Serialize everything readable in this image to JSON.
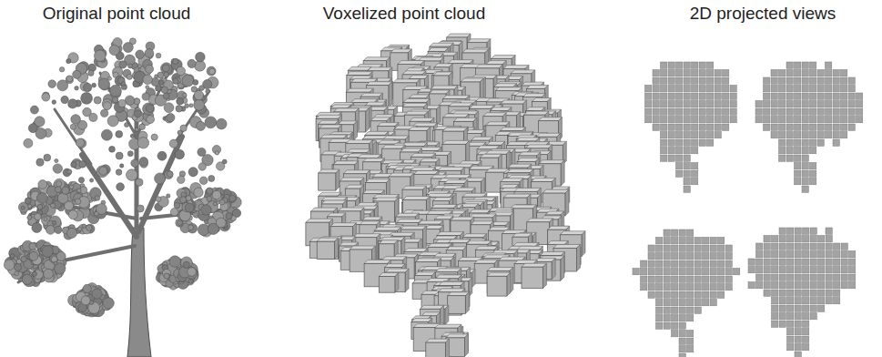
{
  "diagram": {
    "labels": [
      "Original point cloud",
      "Voxelized point cloud",
      "2D projected views"
    ]
  }
}
